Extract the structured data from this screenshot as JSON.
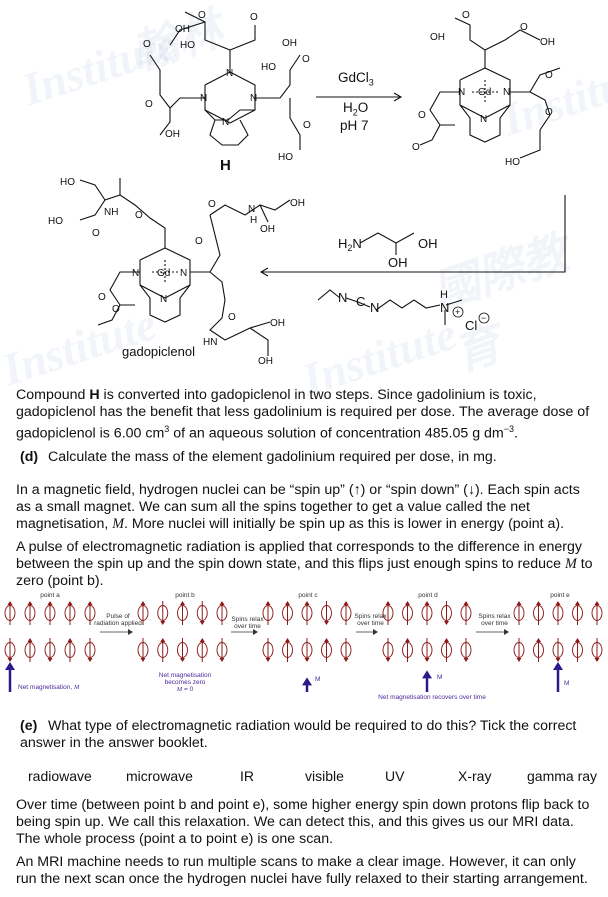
{
  "labels": {
    "compound_H": "H",
    "reagent_gdcl3": "GdCl",
    "reagent_gdcl3_sub": "3",
    "reagent_h2o": "H",
    "reagent_h2o_sub": "2",
    "reagent_h2o_o": "O",
    "reagent_ph": "pH 7",
    "gd": "Gd",
    "gadopiclenol": "gadopiclenol",
    "amine_h2n": "H",
    "amine_h2n_sub": "2",
    "amine_n": "N",
    "amine_oh": "OH",
    "amine_oh2": "OH",
    "edc_n": "N",
    "edc_c": "C",
    "edc_n2": "N",
    "edc_nh": "N",
    "edc_h": "H",
    "chloride": "Cl",
    "ho": "HO",
    "oh": "OH",
    "o": "O",
    "n": "N",
    "nh": "NH",
    "h": "H",
    "hn": "HN"
  },
  "text": {
    "p1_a": "Compound ",
    "p1_b": "H",
    "p1_c": " is converted into gadopiclenol in two steps. Since gadolinium is toxic, gadopiclenol has the benefit that less gadolinium is required per dose. The average dose of gadopiclenol is 6.00 cm",
    "p1_sup1": "3",
    "p1_d": " of an aqueous solution of concentration 485.05 g dm",
    "p1_sup2": "−3",
    "p1_e": ".",
    "qd_label": "(d)",
    "qd_text": "Calculate the mass of the element gadolinium required per dose, in mg.",
    "p2_a": "In a magnetic field, hydrogen nuclei can be “spin up” (↑) or “spin down” (↓). Each spin acts as a small magnet. We can sum all the spins together to get a value called the net magnetisation, ",
    "p2_m": "M",
    "p2_b": ". More nuclei will initially be spin up as this is lower in energy (point a).",
    "p3_a": "A pulse of electromagnetic radiation is applied that corresponds to the difference in energy between the spin up and the spin down state, and this flips just enough spins to reduce ",
    "p3_m": "M",
    "p3_b": " to zero (point b).",
    "qe_label": "(e)",
    "qe_text": "What type of electromagnetic radiation would be required to do this? Tick the correct answer in the answer booklet.",
    "p4": "Over time (between point b and point e), some higher energy spin down protons flip back to being spin up. We call this relaxation. We can detect this, and this gives us our MRI data. The whole process (point a to point e) is one scan.",
    "p5": "An MRI machine needs to run multiple scans to make a clear image. However, it can only run the next scan once the hydrogen nuclei have fully relaxed to their starting arrangement."
  },
  "options": [
    "radiowave",
    "microwave",
    "IR",
    "visible",
    "UV",
    "X-ray",
    "gamma ray"
  ],
  "diagram": {
    "points": [
      "point a",
      "point b",
      "point c",
      "point d",
      "point e"
    ],
    "arrow1": [
      "Pulse of",
      "radiation applied"
    ],
    "arrow2": [
      "Spins relax",
      "over time"
    ],
    "arrow3": [
      "Spins relax",
      "over time"
    ],
    "arrow4": [
      "Spins relax",
      "over time"
    ],
    "net_a": "Net magnetisation, ",
    "net_a_m": "M",
    "net_b": [
      "Net magnetisation",
      "becomes zero"
    ],
    "net_b_m": "M",
    "net_b_eq": " = 0",
    "m_label": "M",
    "recovers": "Net magnetisation recovers over time",
    "spin_counts": {
      "a": [
        7,
        3
      ],
      "b": [
        5,
        5
      ],
      "c": [
        6,
        4
      ],
      "d": [
        6,
        4
      ],
      "e": [
        7,
        3
      ]
    },
    "net_arrow_fraction": [
      1.0,
      0,
      0.45,
      0.7,
      1.0
    ],
    "colors": {
      "spin": "#8b1a1a",
      "net": "#2a1a8a"
    }
  },
  "watermark": [
    "Institute",
    "翰林",
    "國際教育"
  ]
}
